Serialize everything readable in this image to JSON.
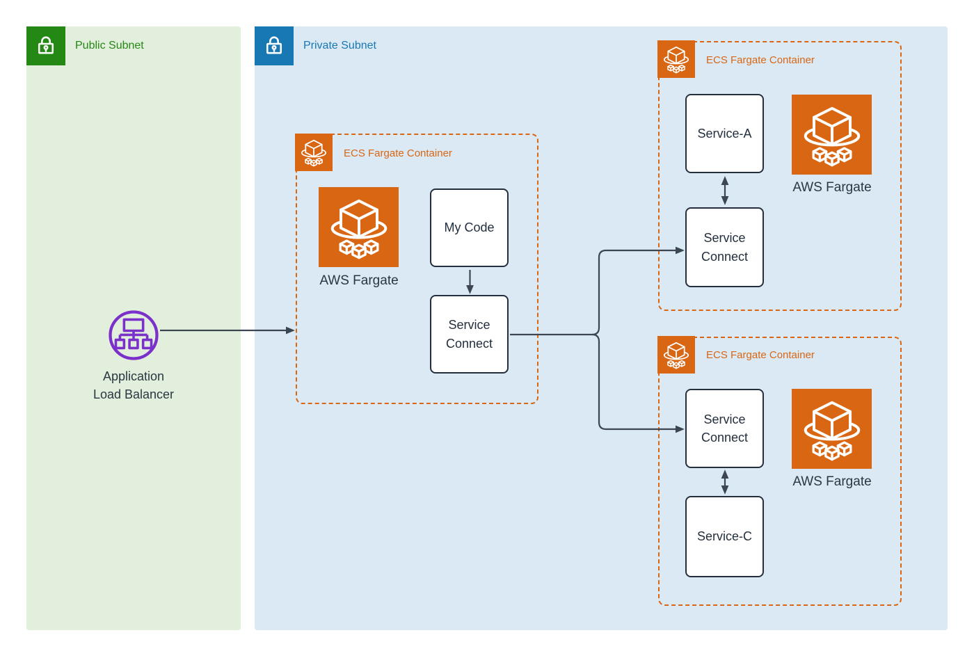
{
  "diagram": {
    "colors": {
      "public_green": "#248814",
      "public_bg": "#e3efdd",
      "private_blue": "#1878b4",
      "private_bg": "#dbe9f4",
      "ecs_orange": "#d86613",
      "alb_purple": "#7a30c9",
      "connector_dark": "#3c4650",
      "node_border": "#232f3e"
    },
    "public_subnet": {
      "label": "Public Subnet",
      "icon": "lock-icon"
    },
    "private_subnet": {
      "label": "Private Subnet",
      "icon": "lock-icon"
    },
    "alb": {
      "label": "Application Load Balancer",
      "icon": "load-balancer-icon"
    },
    "containers": {
      "middle": {
        "label": "ECS Fargate Container",
        "header_icon": "ecs-fargate-icon",
        "fargate_caption": "AWS Fargate",
        "box_top": "My Code",
        "box_bottom": "Service Connect"
      },
      "top_right": {
        "label": "ECS Fargate Container",
        "header_icon": "ecs-fargate-icon",
        "fargate_caption": "AWS Fargate",
        "box_top": "Service-A",
        "box_bottom": "Service Connect"
      },
      "bottom_right": {
        "label": "ECS Fargate Container",
        "header_icon": "ecs-fargate-icon",
        "fargate_caption": "AWS Fargate",
        "box_top": "Service Connect",
        "box_bottom": "Service-C"
      }
    }
  }
}
